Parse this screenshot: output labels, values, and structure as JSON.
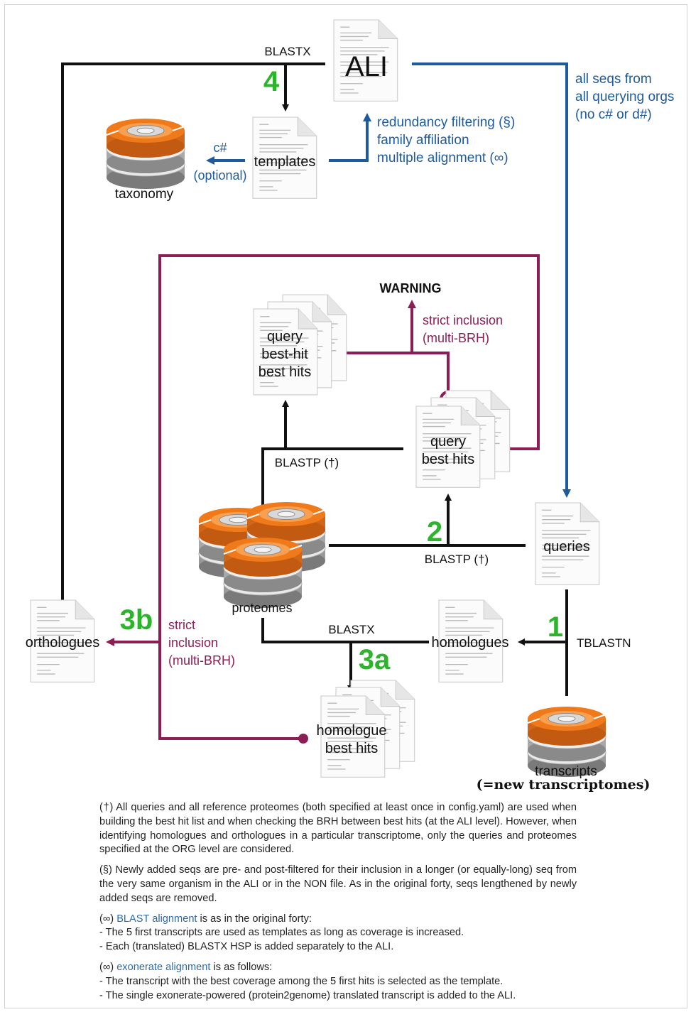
{
  "nodes": {
    "ali": "ALI",
    "templates": "templates",
    "taxonomy": "taxonomy",
    "query_bh_1": "query",
    "query_bh_2": "best-hit",
    "query_bh_3": "best hits",
    "query_best_1": "query",
    "query_best_2": "best hits",
    "proteomes": "proteomes",
    "queries": "queries",
    "orthologues": "orthologues",
    "homologues": "homologues",
    "homologue_bh_1": "homologue",
    "homologue_bh_2": "best hits",
    "transcripts": "transcripts",
    "transcripts_note": "(=new transcriptomes)"
  },
  "labels": {
    "blastx_top": "BLASTX",
    "step_4": "4",
    "all_seqs_1": "all seqs from",
    "all_seqs_2": "all querying orgs",
    "all_seqs_3": "(no c# or d#)",
    "c_hash": "c#",
    "optional": "(optional)",
    "redundancy": "redundancy filtering (§)",
    "family": "family affiliation",
    "multiple": "multiple alignment (∞)",
    "warning": "WARNING",
    "strict_top_1": "strict inclusion",
    "strict_top_2": "(multi-BRH)",
    "blastp_top": "BLASTP (†)",
    "step_2": "2",
    "blastp_bottom": "BLASTP (†)",
    "step_3b": "3b",
    "strict_left_1": "strict",
    "strict_left_2": "inclusion",
    "strict_left_3": "(multi-BRH)",
    "blastx_bottom": "BLASTX",
    "step_3a": "3a",
    "step_1": "1",
    "tblastn": "TBLASTN"
  },
  "notes": {
    "dagger": "(†) All queries and all reference proteomes (both specified at least once in config.yaml) are used when building the best hit list and when checking the BRH between best hits (at the ALI level). However, when identifying homologues and orthologues in a particular transcriptome, only the queries and proteomes specified at the ORG level are considered.",
    "section": "(§) Newly added seqs are pre- and post-filtered for their inclusion in a longer (or equally-long) seq from the very same organism in the ALI or in the NON file. As in the original forty, seqs lengthened by newly added seqs are removed.",
    "blast_prefix": "(∞) ",
    "blast_link": "BLAST alignment",
    "blast_suffix": " is as in the original forty:",
    "blast_line1": "- The 5 first transcripts are used as templates as long as coverage is increased.",
    "blast_line2": "- Each (translated) BLASTX HSP is added separately to the ALI.",
    "exo_prefix": "(∞) ",
    "exo_link": "exonerate alignment",
    "exo_suffix": " is as follows:",
    "exo_line1": "- The transcript with the best coverage among the 5 first hits is selected as the template.",
    "exo_line2": "- The single exonerate-powered (protein2genome) translated transcript is added to the ALI."
  },
  "colors": {
    "black": "#111111",
    "blue": "#1e5a9c",
    "purple": "#8c1e55",
    "green": "#2cb52c",
    "orange": "#f07a1a"
  }
}
